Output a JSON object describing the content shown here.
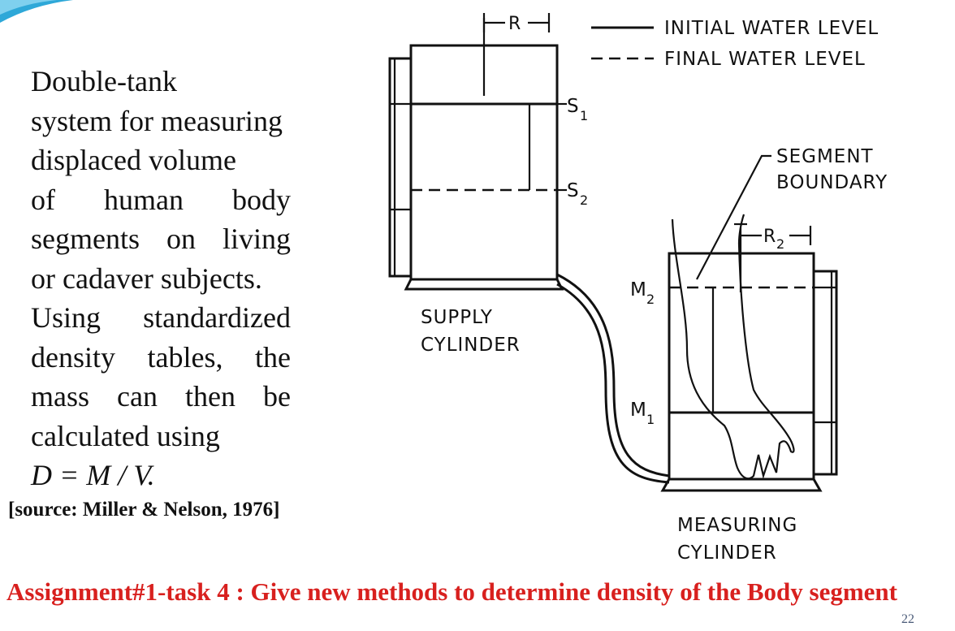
{
  "description_lines": [
    "Double-tank",
    "system for measuring",
    "displaced volume",
    "of human body",
    "segments on living",
    "or cadaver subjects.",
    "Using standardized",
    "density tables, the",
    "mass can then be",
    "calculated using"
  ],
  "formula": "D = M / V.",
  "source": "[source: Miller & Nelson, 1976]",
  "assignment": "Assignment#1-task 4 : Give new methods to determine density of the Body segment",
  "page_number": "22",
  "diagram": {
    "legend_initial": "INITIAL WATER LEVEL",
    "legend_final": "FINAL WATER LEVEL",
    "radius_label": "R",
    "radius2_label": "R",
    "radius2_sub": "2",
    "s1_label": "S",
    "s1_sub": "1",
    "s2_label": "S",
    "s2_sub": "2",
    "m1_label": "M",
    "m1_sub": "1",
    "m2_label": "M",
    "m2_sub": "2",
    "segment_label_1": "SEGMENT",
    "segment_label_2": "BOUNDARY",
    "supply_label_1": "SUPPLY",
    "supply_label_2": "CYLINDER",
    "measuring_label_1": "MEASURING",
    "measuring_label_2": "CYLINDER"
  },
  "colors": {
    "assignment_text": "#d8201e",
    "page_number": "#4a5a78",
    "corner_accent": "#2ea8d8"
  }
}
